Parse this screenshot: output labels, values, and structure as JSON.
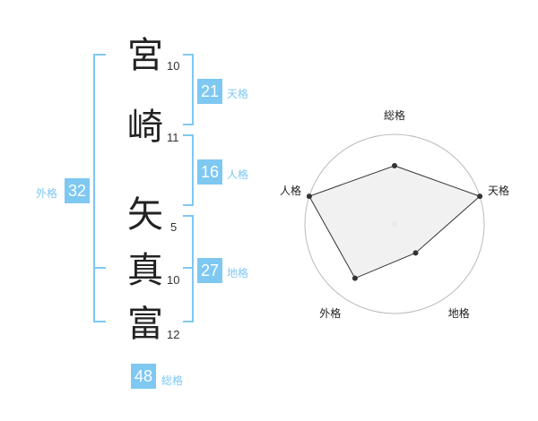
{
  "name_chars": [
    {
      "char": "宮",
      "strokes": "10"
    },
    {
      "char": "崎",
      "strokes": "11"
    },
    {
      "char": "矢",
      "strokes": "5"
    },
    {
      "char": "真",
      "strokes": "10"
    },
    {
      "char": "富",
      "strokes": "12"
    }
  ],
  "kaku": {
    "tenkaku": {
      "value": "21",
      "label": "天格"
    },
    "jinkaku": {
      "value": "16",
      "label": "人格"
    },
    "chikaku": {
      "value": "27",
      "label": "地格"
    },
    "gaikaku": {
      "value": "32",
      "label": "外格"
    },
    "soukaku": {
      "value": "48",
      "label": "総格"
    }
  },
  "chart_data": {
    "type": "radar",
    "axes": [
      "総格",
      "天格",
      "地格",
      "外格",
      "人格"
    ],
    "values": [
      0.65,
      1.0,
      0.4,
      0.75,
      1.0
    ],
    "scale_max": 1.0,
    "rings": 5,
    "colors": {
      "fill": "#eeeeee",
      "line": "#333333",
      "grid": "#bbbbbb",
      "accent": "#7ec8f2"
    }
  }
}
